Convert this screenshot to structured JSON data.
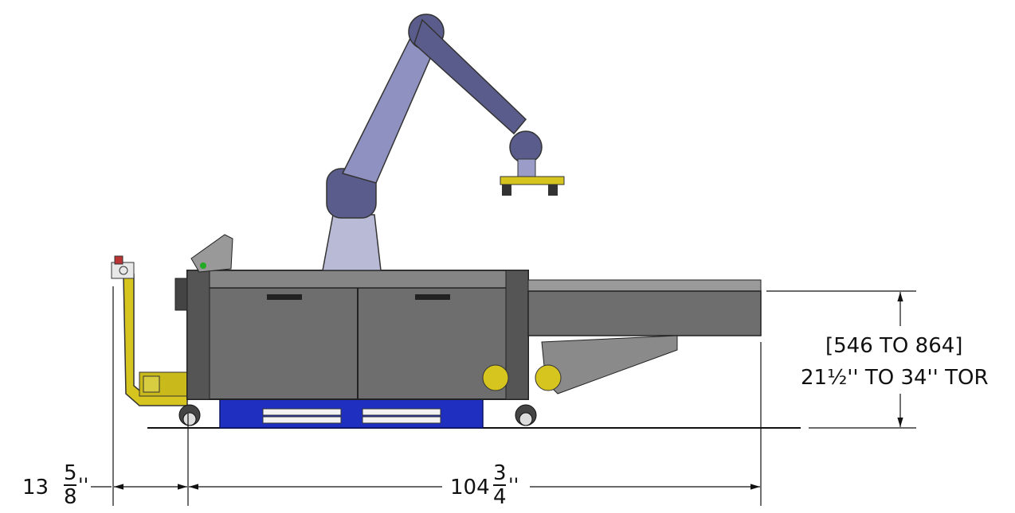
{
  "dimensions": {
    "left_overhang": {
      "whole": "13",
      "num": "5",
      "den": "8",
      "unit": "''"
    },
    "overall_length": {
      "whole": "104",
      "num": "3",
      "den": "4",
      "unit": "''"
    },
    "tor_range_mm": "[546 TO 864]",
    "tor_range_in": "21½'' TO 34'' TOR"
  },
  "colors": {
    "line": "#111111",
    "robot_blue": "#5a5c8c",
    "robot_light": "#b9bbd6",
    "cabinet": "#6e6e6e",
    "cabinet_dark": "#3c3c3c",
    "pallet_blue": "#1f2fbf",
    "yellow": "#d6c51e"
  }
}
